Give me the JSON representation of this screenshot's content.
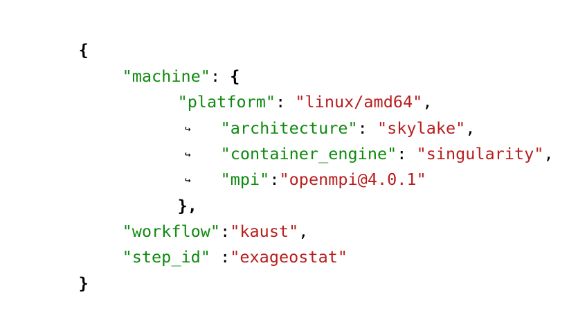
{
  "code": {
    "open_brace": "{",
    "machine_key": "\"machine\"",
    "machine_colon": ": ",
    "machine_open": "{",
    "platform_key": "\"platform\"",
    "platform_colon": ": ",
    "platform_value": "\"linux/amd64\"",
    "platform_comma": ",",
    "wrap_marker": "↪",
    "architecture_key": "\"architecture\"",
    "architecture_colon": ": ",
    "architecture_value": "\"skylake\"",
    "architecture_comma": ",",
    "container_engine_key": "\"container_engine\"",
    "container_engine_colon": ": ",
    "container_engine_value": "\"singularity\"",
    "container_engine_comma": ",",
    "mpi_key": "\"mpi\"",
    "mpi_colon": ":",
    "mpi_value": "\"openmpi@4.0.1\"",
    "machine_close": "},",
    "workflow_key": "\"workflow\"",
    "workflow_colon": ":",
    "workflow_value": "\"kaust\"",
    "workflow_comma": ",",
    "step_id_key": "\"step_id\"",
    "step_id_colon": " :",
    "step_id_value": "\"exageostat\"",
    "close_brace": "}"
  }
}
